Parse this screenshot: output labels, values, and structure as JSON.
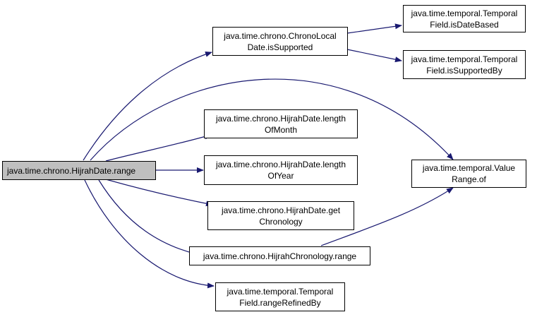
{
  "colors": {
    "edge": "#191970",
    "border": "#000000",
    "root_fill": "#bfbfbf",
    "node_fill": "#ffffff"
  },
  "nodes": {
    "root": "java.time.chrono.HijrahDate.range",
    "chrono_local_date_is_supported": "java.time.chrono.ChronoLocal\nDate.isSupported",
    "temporal_field_is_date_based": "java.time.temporal.Temporal\nField.isDateBased",
    "temporal_field_is_supported_by": "java.time.temporal.Temporal\nField.isSupportedBy",
    "hijrah_date_length_of_month": "java.time.chrono.HijrahDate.length\nOfMonth",
    "hijrah_date_length_of_year": "java.time.chrono.HijrahDate.length\nOfYear",
    "hijrah_date_get_chronology": "java.time.chrono.HijrahDate.get\nChronology",
    "hijrah_chronology_range": "java.time.chrono.HijrahChronology.range",
    "temporal_field_range_refined_by": "java.time.temporal.Temporal\nField.rangeRefinedBy",
    "value_range_of": "java.time.temporal.Value\nRange.of"
  }
}
